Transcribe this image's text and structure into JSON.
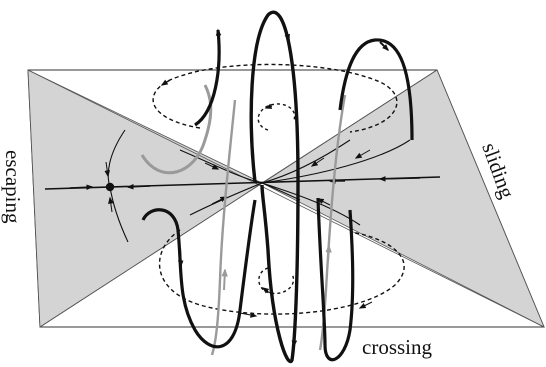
{
  "labels": {
    "escaping": "escaping",
    "sliding": "sliding",
    "crossing": "crossing"
  },
  "colors": {
    "shade": "#d4d4d4",
    "ink": "#111111",
    "grey_curve": "#9a9a9a"
  }
}
